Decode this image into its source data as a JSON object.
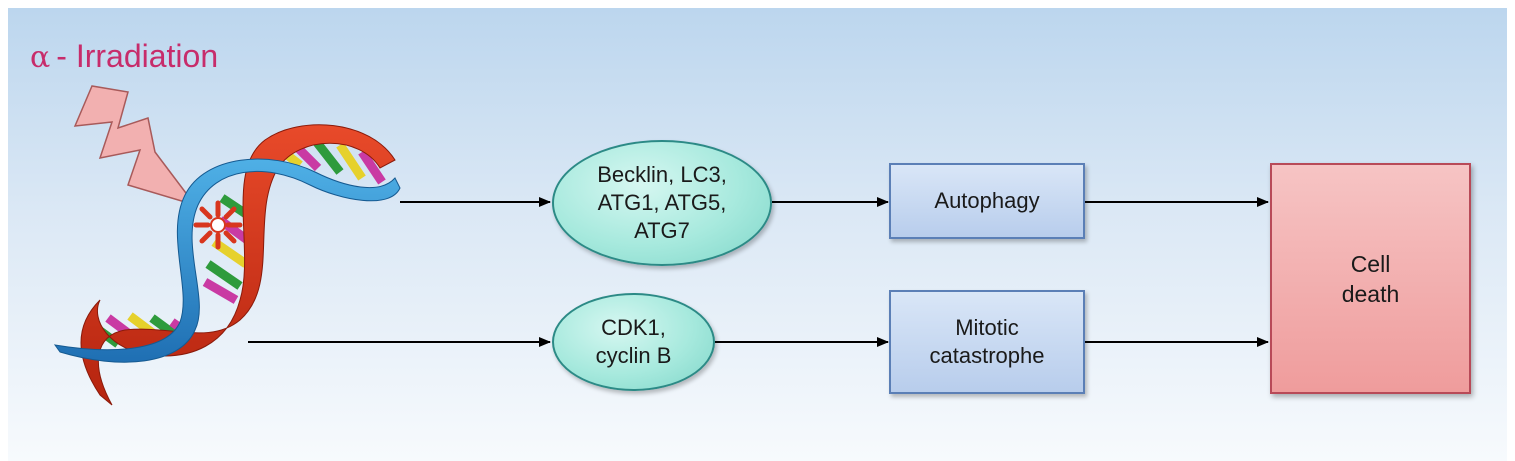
{
  "title": {
    "symbol": "α",
    "text": "- Irradiation"
  },
  "nodes": {
    "autophagy_markers": "Becklin, LC3,\nATG1, ATG5,\nATG7",
    "mitotic_markers": "CDK1,\ncyclin B",
    "autophagy": "Autophagy",
    "mitotic_catastrophe": "Mitotic\ncatastrophe",
    "cell_death": "Cell\ndeath"
  },
  "colors": {
    "title": "#c72c6b",
    "ellipse_fill": "#a6e9dd",
    "ellipse_border": "#2c8a86",
    "box_fill": "#c5d7f0",
    "box_border": "#5b7fb6",
    "death_fill": "#f2b0b0",
    "death_border": "#b84a58",
    "lightning": "#f2b0b0",
    "dna_red": "#d8361e",
    "dna_blue": "#2a8fd0"
  },
  "icons": [
    "lightning-bolt-icon",
    "dna-helix-icon",
    "damage-star-icon"
  ]
}
